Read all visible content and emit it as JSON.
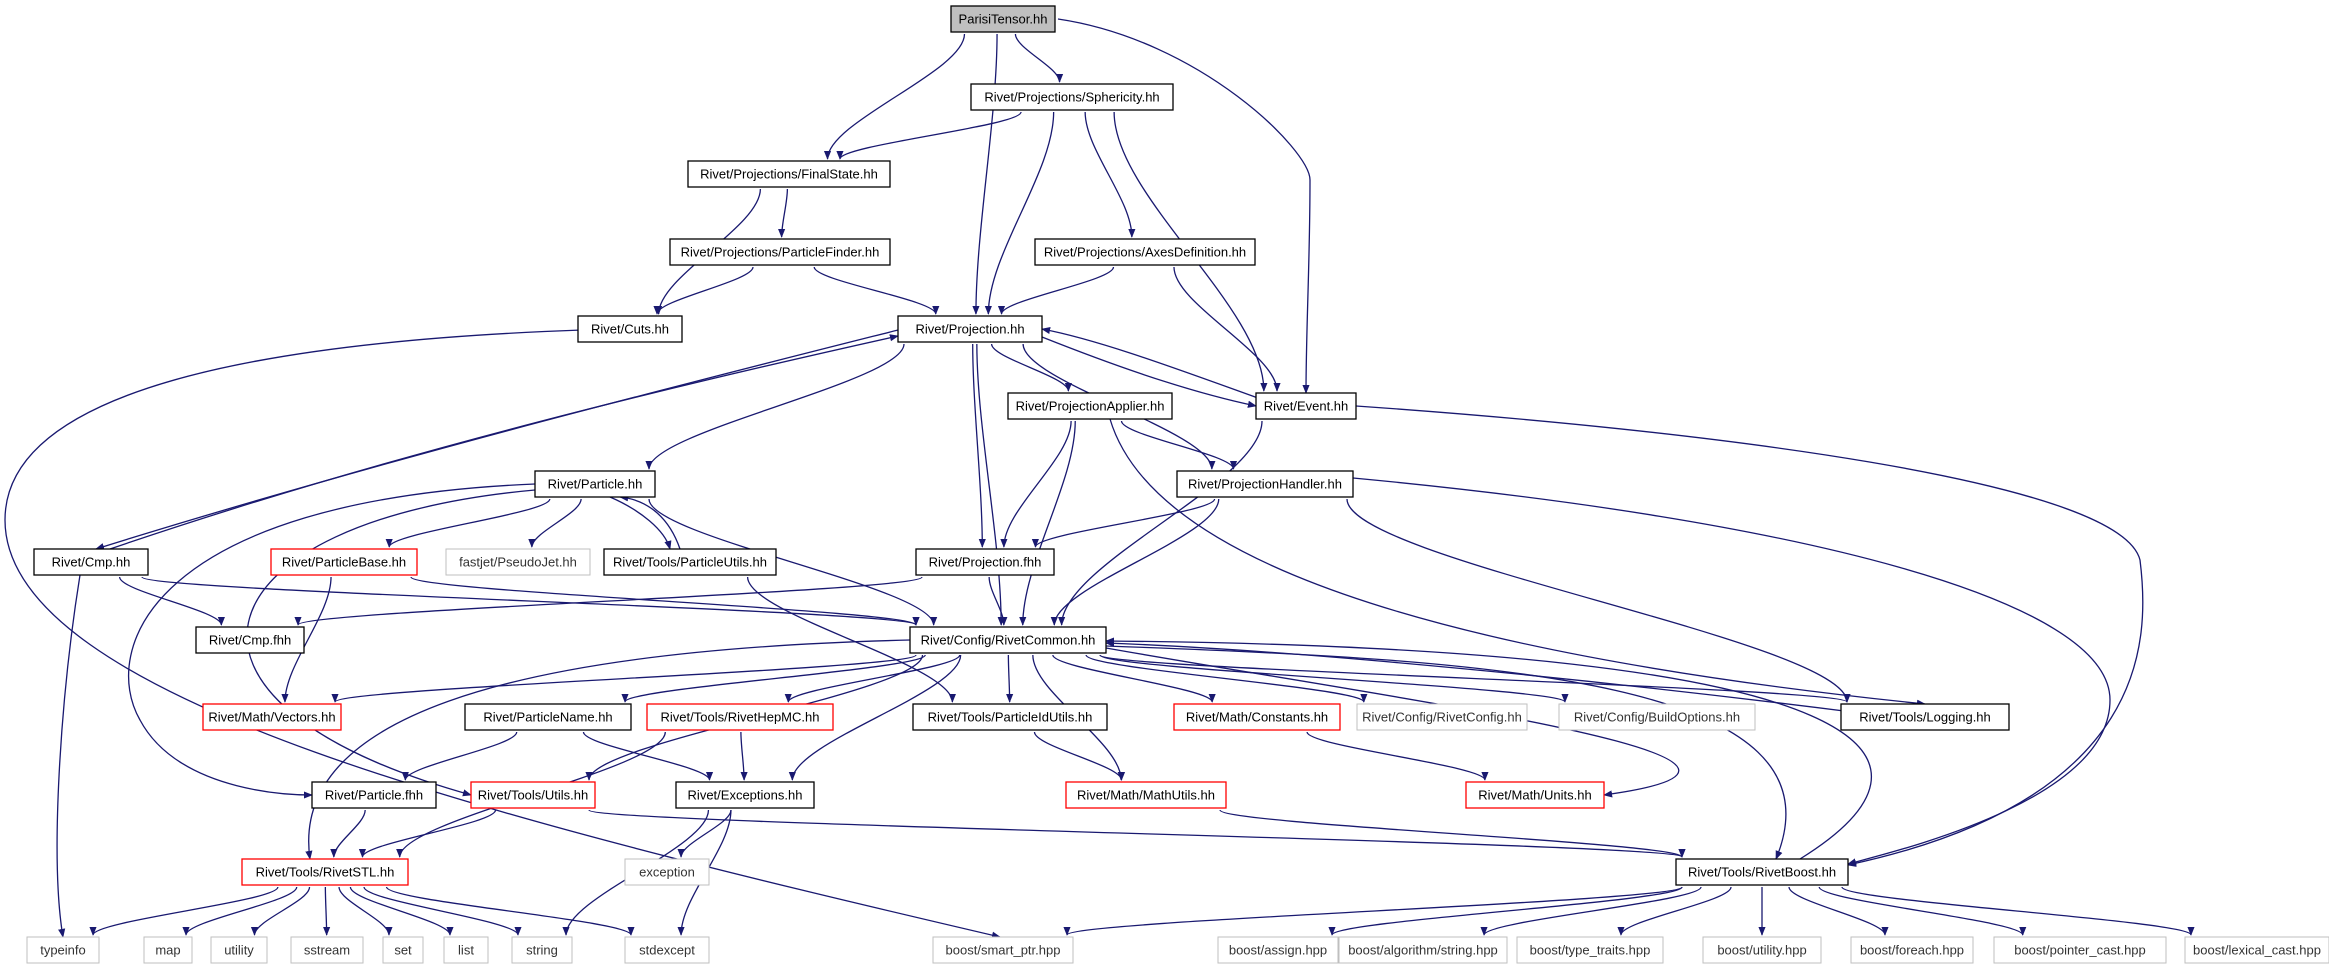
{
  "graph": {
    "colors": {
      "edge": "#191970",
      "root_fill": "#bfbfbf",
      "node_border": "#000000",
      "truncated_border": "#ff0000",
      "external_border": "#bfbfbf"
    },
    "nodes": [
      {
        "id": "n0",
        "label": "ParisiTensor.hh",
        "style": "root"
      },
      {
        "id": "n1",
        "label": "Rivet/Projections/Sphericity.hh",
        "style": "normal"
      },
      {
        "id": "n2",
        "label": "Rivet/Projections/FinalState.hh",
        "style": "normal"
      },
      {
        "id": "n3",
        "label": "Rivet/Projections/ParticleFinder.hh",
        "style": "normal"
      },
      {
        "id": "n4",
        "label": "Rivet/Projections/AxesDefinition.hh",
        "style": "normal"
      },
      {
        "id": "n5",
        "label": "Rivet/Cuts.hh",
        "style": "normal"
      },
      {
        "id": "n6",
        "label": "Rivet/Projection.hh",
        "style": "normal"
      },
      {
        "id": "n7",
        "label": "Rivet/Event.hh",
        "style": "normal"
      },
      {
        "id": "n8",
        "label": "Rivet/ProjectionApplier.hh",
        "style": "normal"
      },
      {
        "id": "n9",
        "label": "Rivet/Particle.hh",
        "style": "normal"
      },
      {
        "id": "n10",
        "label": "Rivet/ProjectionHandler.hh",
        "style": "normal"
      },
      {
        "id": "n11",
        "label": "Rivet/Cmp.hh",
        "style": "normal"
      },
      {
        "id": "n12",
        "label": "Rivet/ParticleBase.hh",
        "style": "truncated"
      },
      {
        "id": "n13",
        "label": "fastjet/PseudoJet.hh",
        "style": "external"
      },
      {
        "id": "n14",
        "label": "Rivet/Tools/ParticleUtils.hh",
        "style": "normal"
      },
      {
        "id": "n15",
        "label": "Rivet/Projection.fhh",
        "style": "normal"
      },
      {
        "id": "n16",
        "label": "Rivet/Cmp.fhh",
        "style": "normal"
      },
      {
        "id": "n17",
        "label": "Rivet/Config/RivetCommon.hh",
        "style": "normal"
      },
      {
        "id": "n18",
        "label": "Rivet/Math/Vectors.hh",
        "style": "truncated"
      },
      {
        "id": "n19",
        "label": "Rivet/ParticleName.hh",
        "style": "normal"
      },
      {
        "id": "n20",
        "label": "Rivet/Tools/RivetHepMC.hh",
        "style": "truncated"
      },
      {
        "id": "n21",
        "label": "Rivet/Tools/ParticleIdUtils.hh",
        "style": "normal"
      },
      {
        "id": "n22",
        "label": "Rivet/Math/Constants.hh",
        "style": "truncated"
      },
      {
        "id": "n23",
        "label": "Rivet/Config/RivetConfig.hh",
        "style": "external"
      },
      {
        "id": "n24",
        "label": "Rivet/Config/BuildOptions.hh",
        "style": "external"
      },
      {
        "id": "n25",
        "label": "Rivet/Tools/Logging.hh",
        "style": "normal"
      },
      {
        "id": "n26",
        "label": "Rivet/Particle.fhh",
        "style": "normal"
      },
      {
        "id": "n27",
        "label": "Rivet/Tools/Utils.hh",
        "style": "truncated"
      },
      {
        "id": "n28",
        "label": "Rivet/Exceptions.hh",
        "style": "normal"
      },
      {
        "id": "n29",
        "label": "Rivet/Math/MathUtils.hh",
        "style": "truncated"
      },
      {
        "id": "n30",
        "label": "Rivet/Math/Units.hh",
        "style": "truncated"
      },
      {
        "id": "n31",
        "label": "Rivet/Tools/RivetSTL.hh",
        "style": "truncated"
      },
      {
        "id": "n32",
        "label": "exception",
        "style": "external"
      },
      {
        "id": "n33",
        "label": "Rivet/Tools/RivetBoost.hh",
        "style": "normal"
      },
      {
        "id": "n34",
        "label": "typeinfo",
        "style": "external"
      },
      {
        "id": "n35",
        "label": "map",
        "style": "external"
      },
      {
        "id": "n36",
        "label": "utility",
        "style": "external"
      },
      {
        "id": "n37",
        "label": "sstream",
        "style": "external"
      },
      {
        "id": "n38",
        "label": "set",
        "style": "external"
      },
      {
        "id": "n39",
        "label": "list",
        "style": "external"
      },
      {
        "id": "n40",
        "label": "string",
        "style": "external"
      },
      {
        "id": "n41",
        "label": "stdexcept",
        "style": "external"
      },
      {
        "id": "n42",
        "label": "boost/smart_ptr.hpp",
        "style": "external"
      },
      {
        "id": "n43",
        "label": "boost/assign.hpp",
        "style": "external"
      },
      {
        "id": "n44",
        "label": "boost/algorithm/string.hpp",
        "style": "external"
      },
      {
        "id": "n45",
        "label": "boost/type_traits.hpp",
        "style": "external"
      },
      {
        "id": "n46",
        "label": "boost/utility.hpp",
        "style": "external"
      },
      {
        "id": "n47",
        "label": "boost/foreach.hpp",
        "style": "external"
      },
      {
        "id": "n48",
        "label": "boost/pointer_cast.hpp",
        "style": "external"
      },
      {
        "id": "n49",
        "label": "boost/lexical_cast.hpp",
        "style": "external"
      }
    ],
    "edges": [
      [
        "n0",
        "n1"
      ],
      [
        "n0",
        "n2"
      ],
      [
        "n0",
        "n6"
      ],
      [
        "n0",
        "n7"
      ],
      [
        "n1",
        "n2"
      ],
      [
        "n1",
        "n6"
      ],
      [
        "n1",
        "n4"
      ],
      [
        "n1",
        "n7"
      ],
      [
        "n2",
        "n3"
      ],
      [
        "n2",
        "n5"
      ],
      [
        "n3",
        "n5"
      ],
      [
        "n3",
        "n6"
      ],
      [
        "n4",
        "n6"
      ],
      [
        "n4",
        "n7"
      ],
      [
        "n5",
        "n42"
      ],
      [
        "n6",
        "n7"
      ],
      [
        "n6",
        "n8"
      ],
      [
        "n6",
        "n10"
      ],
      [
        "n6",
        "n9"
      ],
      [
        "n6",
        "n11"
      ],
      [
        "n6",
        "n15"
      ],
      [
        "n6",
        "n17"
      ],
      [
        "n7",
        "n6"
      ],
      [
        "n7",
        "n17"
      ],
      [
        "n7",
        "n33"
      ],
      [
        "n8",
        "n10"
      ],
      [
        "n8",
        "n15"
      ],
      [
        "n8",
        "n17"
      ],
      [
        "n8",
        "n25"
      ],
      [
        "n9",
        "n12"
      ],
      [
        "n9",
        "n13"
      ],
      [
        "n9",
        "n14"
      ],
      [
        "n9",
        "n17"
      ],
      [
        "n9",
        "n26"
      ],
      [
        "n9",
        "n27"
      ],
      [
        "n10",
        "n15"
      ],
      [
        "n10",
        "n17"
      ],
      [
        "n10",
        "n25"
      ],
      [
        "n10",
        "n33"
      ],
      [
        "n11",
        "n6"
      ],
      [
        "n11",
        "n16"
      ],
      [
        "n11",
        "n17"
      ],
      [
        "n11",
        "n34"
      ],
      [
        "n12",
        "n17"
      ],
      [
        "n12",
        "n18"
      ],
      [
        "n14",
        "n9"
      ],
      [
        "n14",
        "n21"
      ],
      [
        "n15",
        "n16"
      ],
      [
        "n15",
        "n17"
      ],
      [
        "n17",
        "n18"
      ],
      [
        "n17",
        "n19"
      ],
      [
        "n17",
        "n20"
      ],
      [
        "n17",
        "n21"
      ],
      [
        "n17",
        "n22"
      ],
      [
        "n17",
        "n23"
      ],
      [
        "n17",
        "n24"
      ],
      [
        "n17",
        "n25"
      ],
      [
        "n17",
        "n27"
      ],
      [
        "n17",
        "n28"
      ],
      [
        "n17",
        "n29"
      ],
      [
        "n17",
        "n30"
      ],
      [
        "n17",
        "n31"
      ],
      [
        "n17",
        "n33"
      ],
      [
        "n19",
        "n26"
      ],
      [
        "n19",
        "n28"
      ],
      [
        "n20",
        "n28"
      ],
      [
        "n20",
        "n31"
      ],
      [
        "n21",
        "n29"
      ],
      [
        "n22",
        "n30"
      ],
      [
        "n25",
        "n17"
      ],
      [
        "n26",
        "n31"
      ],
      [
        "n27",
        "n31"
      ],
      [
        "n27",
        "n33"
      ],
      [
        "n28",
        "n32"
      ],
      [
        "n28",
        "n40"
      ],
      [
        "n28",
        "n41"
      ],
      [
        "n29",
        "n33"
      ],
      [
        "n31",
        "n34"
      ],
      [
        "n31",
        "n35"
      ],
      [
        "n31",
        "n36"
      ],
      [
        "n31",
        "n37"
      ],
      [
        "n31",
        "n38"
      ],
      [
        "n31",
        "n39"
      ],
      [
        "n31",
        "n40"
      ],
      [
        "n31",
        "n41"
      ],
      [
        "n33",
        "n17"
      ],
      [
        "n33",
        "n42"
      ],
      [
        "n33",
        "n43"
      ],
      [
        "n33",
        "n44"
      ],
      [
        "n33",
        "n45"
      ],
      [
        "n33",
        "n46"
      ],
      [
        "n33",
        "n47"
      ],
      [
        "n33",
        "n48"
      ],
      [
        "n33",
        "n49"
      ]
    ]
  }
}
